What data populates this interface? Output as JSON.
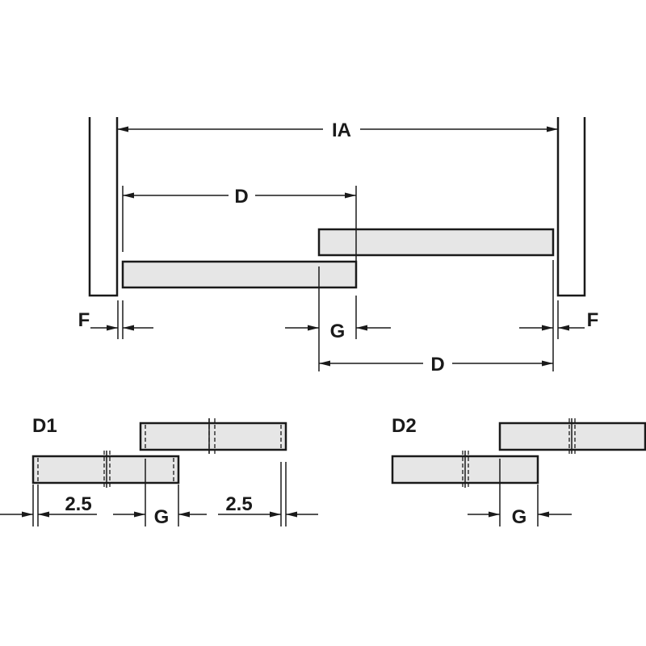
{
  "colors": {
    "line": "#1a1a1a",
    "panel_fill": "#e6e6e6",
    "background": "#ffffff"
  },
  "labels": {
    "ia": "IA",
    "d_top": "D",
    "d_bottom": "D",
    "f_left": "F",
    "f_right": "F",
    "g_main": "G",
    "d1_title": "D1",
    "d2_title": "D2",
    "d1_dim_left": "2.5",
    "d1_dim_right": "2.5",
    "d1_g": "G",
    "d2_g": "G"
  }
}
